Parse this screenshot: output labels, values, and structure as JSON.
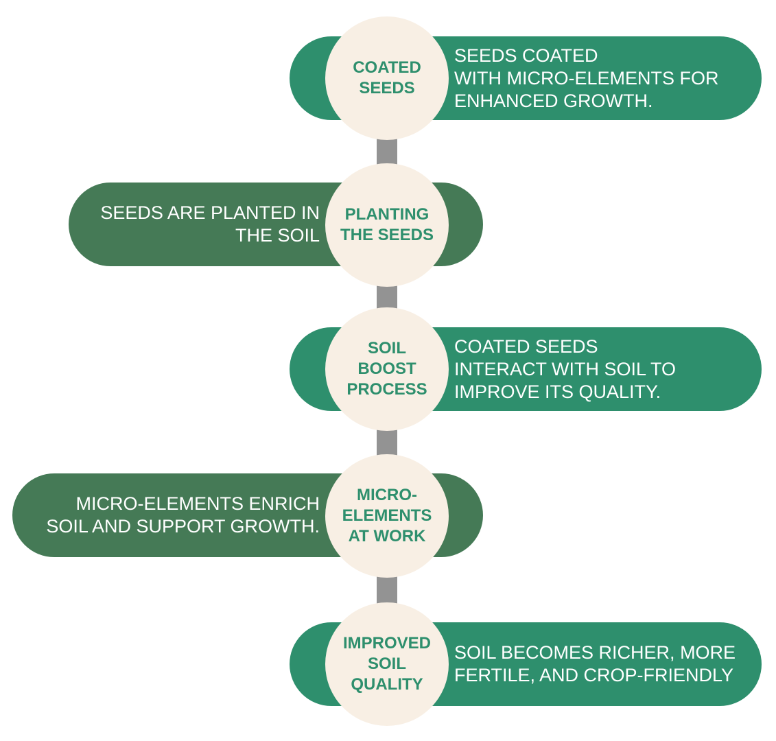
{
  "colors": {
    "pill_right": "#2e8f6d",
    "pill_left": "#457a56",
    "circle_fill": "#f8efe4",
    "circle_text": "#2e8f6d",
    "connector": "#939393"
  },
  "steps": [
    {
      "title": "COATED\nSEEDS",
      "description": "SEEDS COATED\nWITH MICRO-ELEMENTS FOR\nENHANCED GROWTH.",
      "side": "right"
    },
    {
      "title": "PLANTING\nTHE SEEDS",
      "description": "SEEDS ARE PLANTED IN\nTHE SOIL",
      "side": "left"
    },
    {
      "title": "SOIL\nBOOST\nPROCESS",
      "description": "COATED SEEDS\nINTERACT WITH SOIL TO\nIMPROVE ITS QUALITY.",
      "side": "right"
    },
    {
      "title": "MICRO-\nELEMENTS\nAT WORK",
      "description": "MICRO-ELEMENTS ENRICH\nSOIL AND SUPPORT GROWTH.",
      "side": "left"
    },
    {
      "title": "IMPROVED\nSOIL\nQUALITY",
      "description": "SOIL BECOMES RICHER, MORE\nFERTILE, AND CROP-FRIENDLY",
      "side": "right"
    }
  ]
}
